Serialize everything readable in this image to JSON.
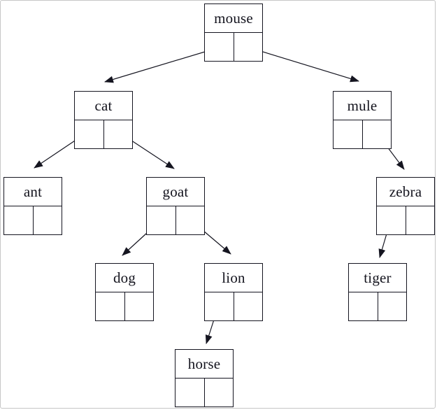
{
  "diagram": {
    "kind": "binary-search-tree-linked-representation",
    "node_shape": "label cell on top, left/right pointer cells below",
    "line_color": "#151520",
    "text_color": "#14141e",
    "background_color": "#ffffff",
    "frame_border_color": "#c6c6c6"
  },
  "nodes": [
    {
      "id": "mouse",
      "label": "mouse"
    },
    {
      "id": "cat",
      "label": "cat"
    },
    {
      "id": "mule",
      "label": "mule"
    },
    {
      "id": "ant",
      "label": "ant"
    },
    {
      "id": "goat",
      "label": "goat"
    },
    {
      "id": "zebra",
      "label": "zebra"
    },
    {
      "id": "dog",
      "label": "dog"
    },
    {
      "id": "lion",
      "label": "lion"
    },
    {
      "id": "tiger",
      "label": "tiger"
    },
    {
      "id": "horse",
      "label": "horse"
    }
  ],
  "edges": [
    {
      "from": "mouse",
      "pointer": "left",
      "to": "cat"
    },
    {
      "from": "mouse",
      "pointer": "right",
      "to": "mule"
    },
    {
      "from": "cat",
      "pointer": "left",
      "to": "ant"
    },
    {
      "from": "cat",
      "pointer": "right",
      "to": "goat"
    },
    {
      "from": "goat",
      "pointer": "left",
      "to": "dog"
    },
    {
      "from": "goat",
      "pointer": "right",
      "to": "lion"
    },
    {
      "from": "lion",
      "pointer": "left",
      "to": "horse"
    },
    {
      "from": "mule",
      "pointer": "right",
      "to": "zebra"
    },
    {
      "from": "zebra",
      "pointer": "left",
      "to": "tiger"
    }
  ]
}
